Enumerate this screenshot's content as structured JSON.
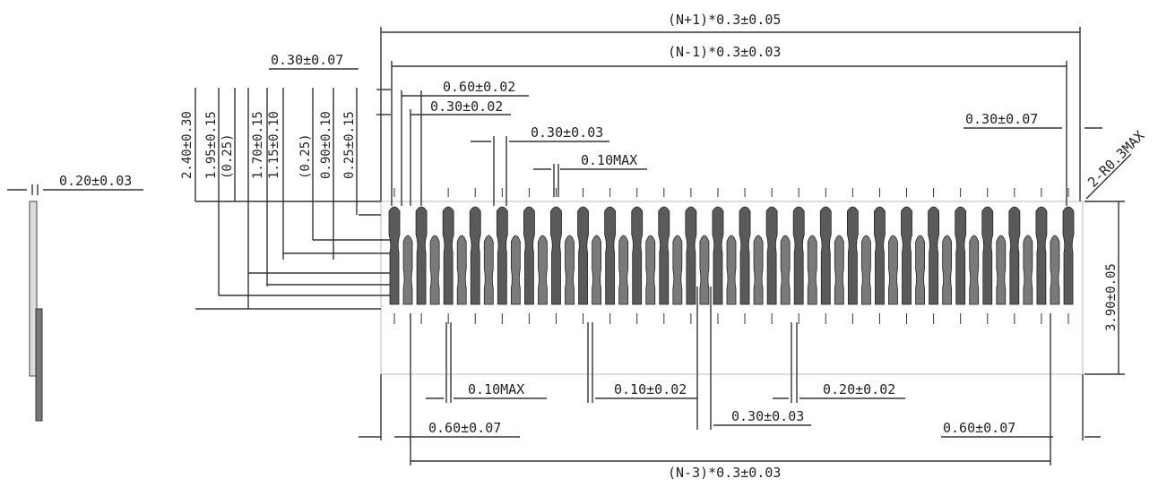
{
  "dimensions": {
    "top_overall": "(N+1)*0.3±0.05",
    "top_inner": "(N-1)*0.3±0.03",
    "left_offset": "0.30±0.07",
    "right_offset": "0.30±0.07",
    "pad_width": "0.60±0.02",
    "pitch": "0.30±0.02",
    "pad_gap": "0.30±0.03",
    "notch_max": "0.10MAX",
    "corner_radius": "2-R0.3MAX",
    "side_thickness": "0.20±0.03",
    "height_total": "3.90±0.05",
    "bottom_notch": "0.10MAX",
    "bottom_slot": "0.10±0.02",
    "bottom_spacing": "0.20±0.02",
    "bottom_pitch": "0.30±0.03",
    "bottom_left_edge": "0.60±0.07",
    "bottom_right_edge": "0.60±0.07",
    "bottom_overall": "(N-3)*0.3±0.03"
  },
  "vertical_dims": [
    "2.40±0.30",
    "1.95±0.15",
    "(0.25)",
    "1.70±0.15",
    "1.15±0.10",
    "(0.25)",
    "0.90±0.10",
    "0.25±0.15"
  ]
}
